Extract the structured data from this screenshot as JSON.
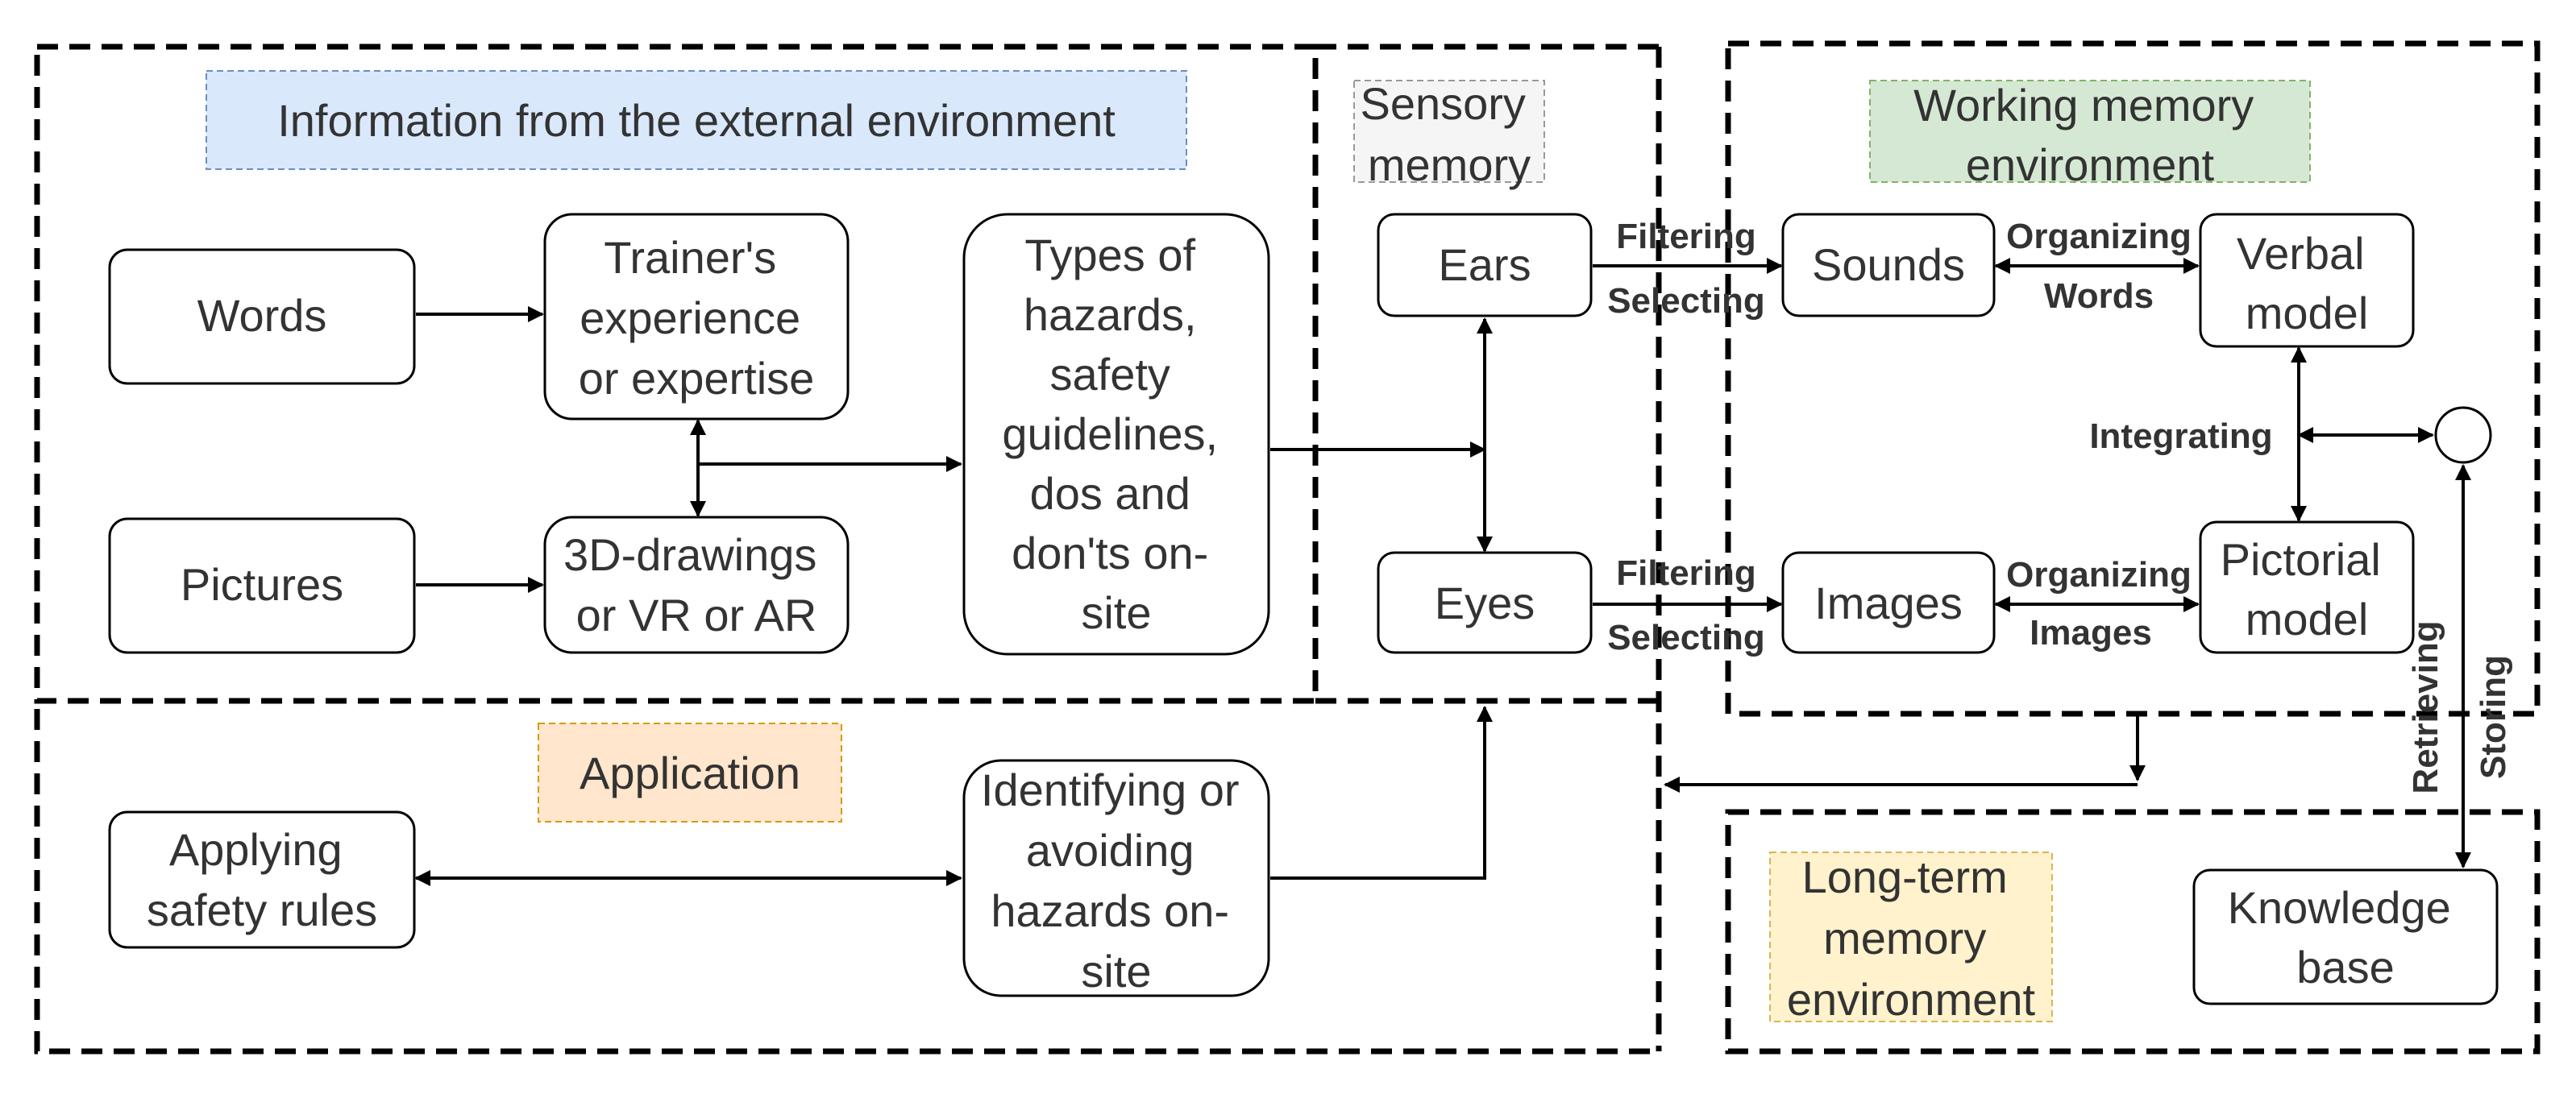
{
  "regions": {
    "external": {
      "title": "Information from the external environment",
      "color": "#dae8fc"
    },
    "sensory": {
      "title": [
        "Sensory",
        "memory"
      ],
      "color": "#f5f5f5"
    },
    "working": {
      "title": [
        "Working memory",
        "environment"
      ],
      "color": "#d5e8d4"
    },
    "application": {
      "title": "Application",
      "color": "#ffe6cc"
    },
    "longterm": {
      "title": [
        "Long-term",
        "memory",
        "environment"
      ],
      "color": "#fff2cc"
    }
  },
  "nodes": {
    "words": [
      "Words"
    ],
    "pictures": [
      "Pictures"
    ],
    "trainer": [
      "Trainer's",
      "experience",
      "or expertise"
    ],
    "drawings": [
      "3D-drawings",
      "or VR or AR"
    ],
    "hazards": [
      "Types of",
      "hazards,",
      "safety",
      "guidelines,",
      "dos and",
      "don'ts on-",
      "site"
    ],
    "ears": [
      "Ears"
    ],
    "eyes": [
      "Eyes"
    ],
    "sounds": [
      "Sounds"
    ],
    "images": [
      "Images"
    ],
    "verbal": [
      "Verbal",
      "model"
    ],
    "pictorial": [
      "Pictorial",
      "model"
    ],
    "applying": [
      "Applying",
      "safety rules"
    ],
    "identifying": [
      "Identifying or",
      "avoiding",
      "hazards on-",
      "site"
    ],
    "knowledge": [
      "Knowledge",
      "base"
    ]
  },
  "edge_labels": {
    "filtering_top": "Filtering",
    "selecting_top": "Selecting",
    "filtering_bottom": "Filtering",
    "selecting_bottom": "Selecting",
    "organizing_top": "Organizing",
    "words": "Words",
    "organizing_bottom": "Organizing",
    "images": "Images",
    "integrating": "Integrating",
    "retrieving": "Retrieving",
    "storing": "Storing"
  }
}
